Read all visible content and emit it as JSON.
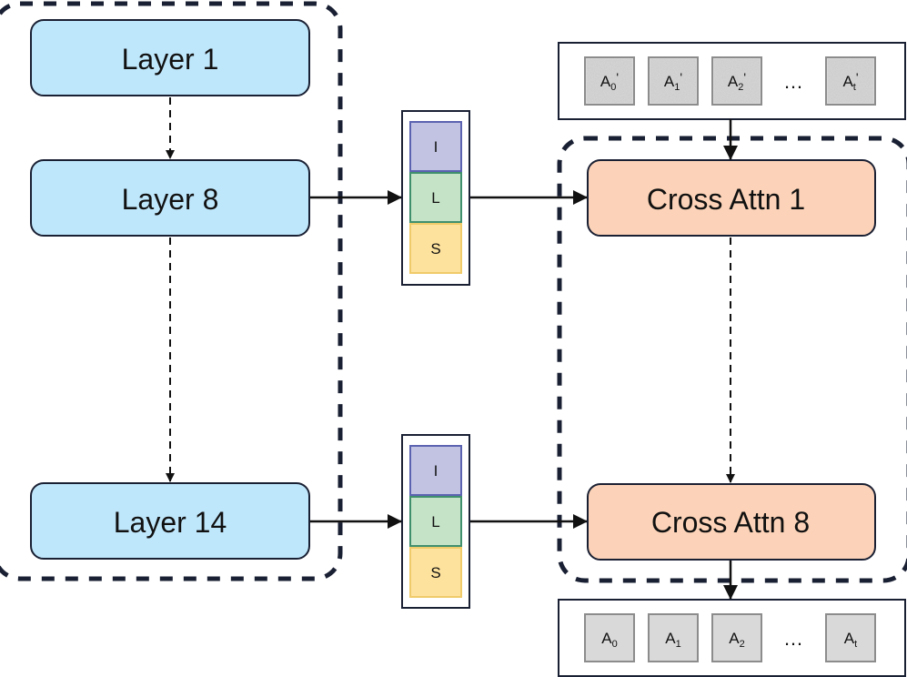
{
  "encoder": {
    "layers": [
      {
        "label": "Layer 1"
      },
      {
        "label": "Layer 8"
      },
      {
        "label": "Layer 14"
      }
    ]
  },
  "adapters": [
    {
      "cells": [
        "I",
        "L",
        "S"
      ]
    },
    {
      "cells": [
        "I",
        "L",
        "S"
      ]
    }
  ],
  "decoder": {
    "blocks": [
      {
        "label": "Cross Attn 1"
      },
      {
        "label": "Cross Attn 8"
      }
    ]
  },
  "tokens_in": {
    "items": [
      {
        "base": "A",
        "sub": "0",
        "prime": "'"
      },
      {
        "base": "A",
        "sub": "1",
        "prime": "'"
      },
      {
        "base": "A",
        "sub": "2",
        "prime": "'"
      },
      {
        "base": "A",
        "sub": "t",
        "prime": "'"
      }
    ],
    "ellipsis": "…"
  },
  "tokens_out": {
    "items": [
      {
        "base": "A",
        "sub": "0"
      },
      {
        "base": "A",
        "sub": "1"
      },
      {
        "base": "A",
        "sub": "2"
      },
      {
        "base": "A",
        "sub": "t"
      }
    ],
    "ellipsis": "…"
  },
  "colors": {
    "layer_fill": "#bfe7fb",
    "cross_fill": "#fcd3b8",
    "i_fill": "#c2c3e3",
    "l_fill": "#c5e3c7",
    "s_fill": "#fde29d",
    "outline": "#1a2033"
  }
}
